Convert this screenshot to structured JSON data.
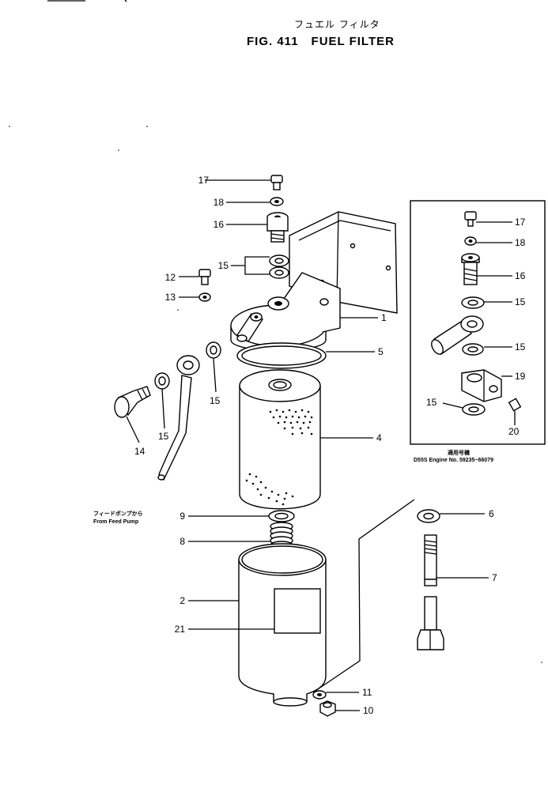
{
  "title": {
    "japanese": "フュエル フィルタ",
    "figure_number": "FIG. 411",
    "english": "FUEL FILTER"
  },
  "callouts": {
    "main": [
      {
        "id": "17",
        "text": "17"
      },
      {
        "id": "18",
        "text": "18"
      },
      {
        "id": "16",
        "text": "16"
      },
      {
        "id": "15a",
        "text": "15"
      },
      {
        "id": "12",
        "text": "12"
      },
      {
        "id": "13",
        "text": "13"
      },
      {
        "id": "1",
        "text": "1"
      },
      {
        "id": "5",
        "text": "5"
      },
      {
        "id": "15b",
        "text": "15"
      },
      {
        "id": "15c",
        "text": "15"
      },
      {
        "id": "14",
        "text": "14"
      },
      {
        "id": "4",
        "text": "4"
      },
      {
        "id": "9",
        "text": "9"
      },
      {
        "id": "8",
        "text": "8"
      },
      {
        "id": "6",
        "text": "6"
      },
      {
        "id": "7",
        "text": "7"
      },
      {
        "id": "2",
        "text": "2"
      },
      {
        "id": "21",
        "text": "21"
      },
      {
        "id": "11",
        "text": "11"
      },
      {
        "id": "10",
        "text": "10"
      }
    ],
    "inset": [
      {
        "id": "i17",
        "text": "17"
      },
      {
        "id": "i18",
        "text": "18"
      },
      {
        "id": "i16",
        "text": "16"
      },
      {
        "id": "i15a",
        "text": "15"
      },
      {
        "id": "i15b",
        "text": "15"
      },
      {
        "id": "i19",
        "text": "19"
      },
      {
        "id": "i15c",
        "text": "15"
      },
      {
        "id": "i20",
        "text": "20"
      }
    ]
  },
  "notes": {
    "from_feed_pump_jp": "フィードポンプから",
    "from_feed_pump_en": "From Feed Pump",
    "inset_jp": "適用号機",
    "inset_en": "D55S Engine No. 59235~66079"
  }
}
